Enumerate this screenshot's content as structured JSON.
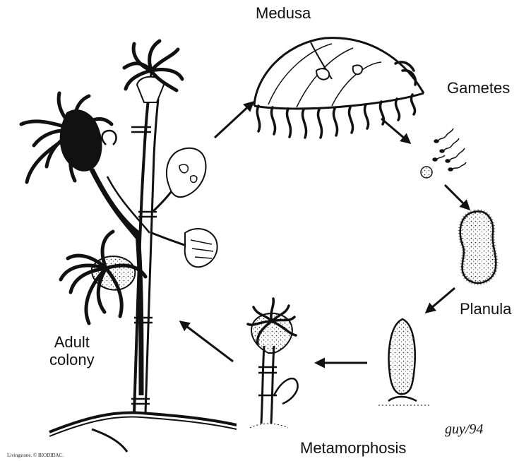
{
  "labels": {
    "medusa": "Medusa",
    "gametes": "Gametes",
    "planula": "Planula",
    "metamorphosis": "Metamorphosis",
    "adult_line1": "Adult",
    "adult_line2": "colony"
  },
  "credit": "Livingstone. © BIODIDAC.",
  "signature": "guy/94",
  "colors": {
    "ink": "#111111",
    "background": "#ffffff"
  }
}
